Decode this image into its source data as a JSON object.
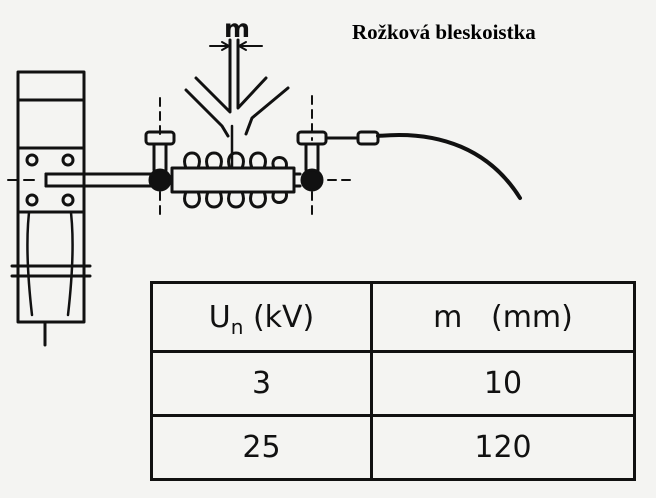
{
  "title": "Rožková bleskoistka",
  "dimension_label": "m",
  "table": {
    "header": {
      "voltage_symbol": "U",
      "voltage_subscript": "n",
      "voltage_unit": "(kV)",
      "gap_symbol": "m",
      "gap_unit": "(mm)"
    },
    "rows": [
      {
        "voltage": "3",
        "gap": "10"
      },
      {
        "voltage": "25",
        "gap": "120"
      }
    ]
  },
  "colors": {
    "ink": "#111111",
    "paper": "#f4f4f2"
  }
}
